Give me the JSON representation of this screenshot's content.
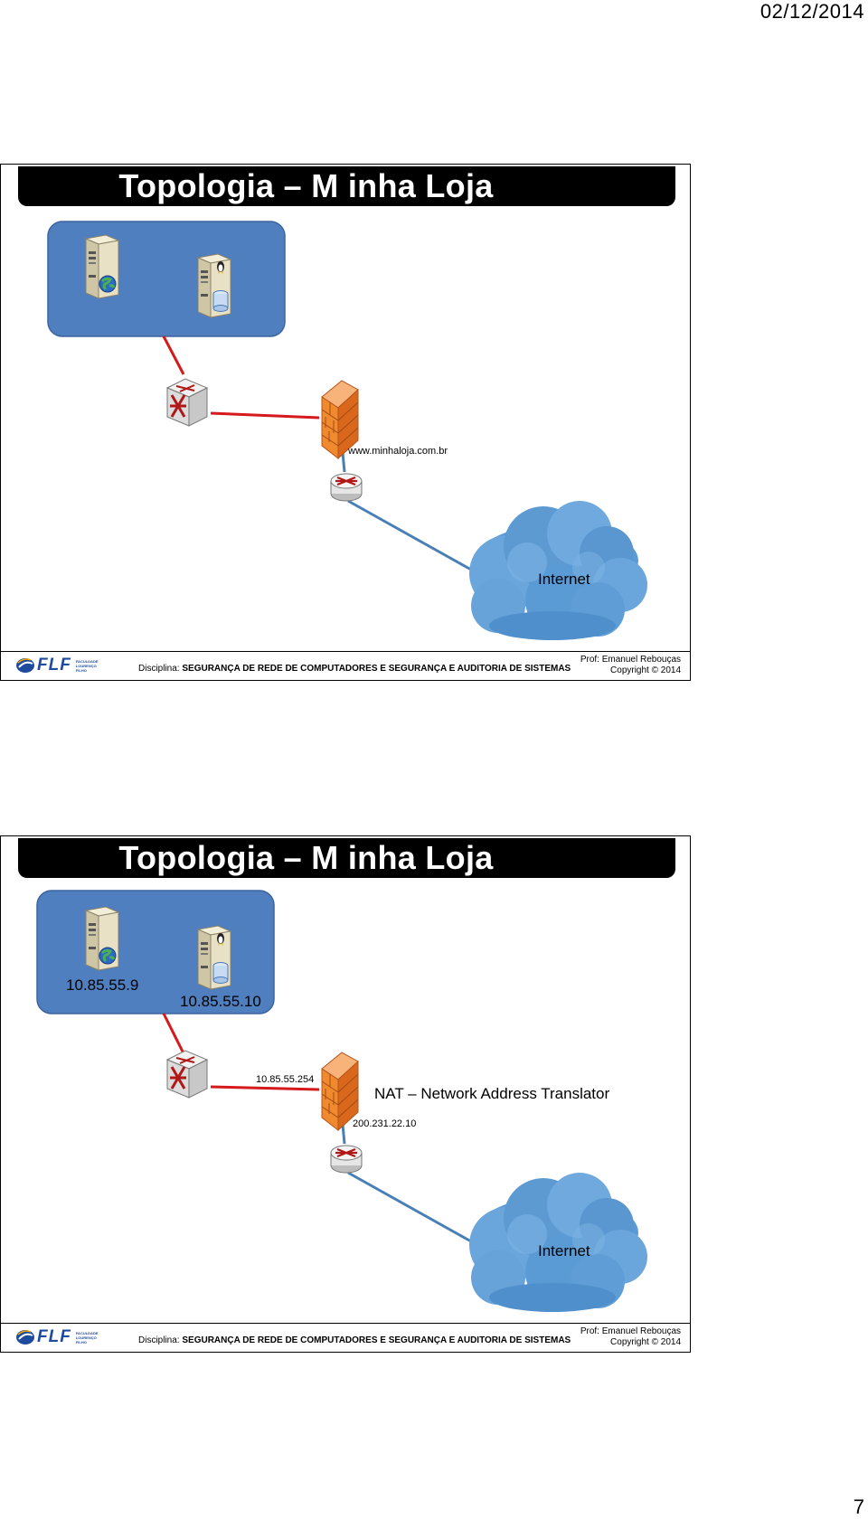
{
  "page": {
    "date": "02/12/2014",
    "number": "7"
  },
  "slides": [
    {
      "title": "Topologia – M inha Loja",
      "labels": {
        "url": "www.minhaloja.com.br",
        "internet": "Internet"
      }
    },
    {
      "title": "Topologia – M inha Loja",
      "labels": {
        "web_server_ip": "10.85.55.9",
        "db_server_ip": "10.85.55.10",
        "firewall_internal_ip": "10.85.55.254",
        "nat": "NAT – Network Address Translator",
        "router_public_ip": "200.231.22.10",
        "internet": "Internet"
      }
    }
  ],
  "footer": {
    "logo_text": "FLF",
    "logo_subtext": "FACULDADE LOURENÇO FILHO",
    "discipline_label": "Disciplina:",
    "discipline_name": "SEGURANÇA DE REDE DE COMPUTADORES E SEGURANÇA E AUDITORIA DE SISTEMAS",
    "professor": "Prof: Emanuel Rebouças",
    "copyright": "Copyright © 2014"
  },
  "colors": {
    "zone_fill": "#4f7fbf",
    "red_link": "#d6191c",
    "blue_link": "#4a7fb5",
    "firewall": "#f08a2e",
    "cloud": "#5b9bd5"
  }
}
